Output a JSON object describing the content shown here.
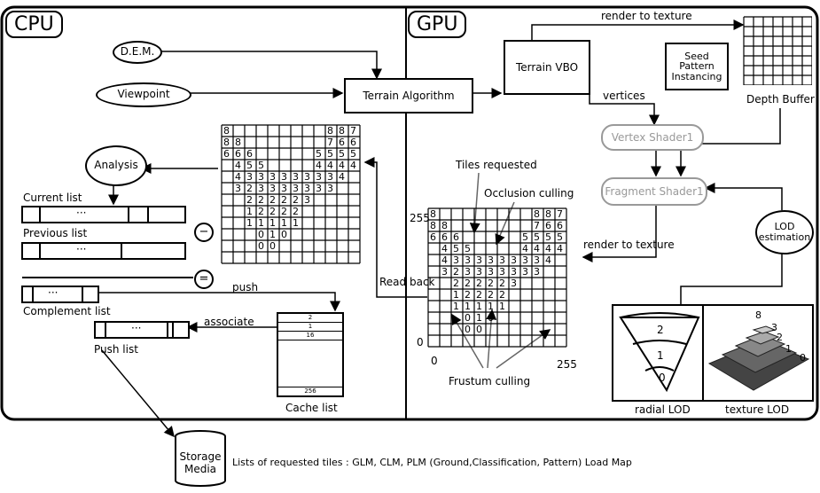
{
  "cpu": {
    "title": "CPU",
    "dem": "D.E.M.",
    "viewpoint": "Viewpoint",
    "terrain_algorithm": "Terrain Algorithm",
    "analysis": "Analysis",
    "current_list": "Current list",
    "previous_list": "Previous list",
    "complement_list": "Complement list",
    "push": "push",
    "associate": "associate",
    "push_list": "Push list",
    "cache_list": "Cache list",
    "cache_rows": [
      "2",
      "1",
      "16",
      "256"
    ],
    "minus": "−",
    "equals": "=",
    "dots": "···",
    "read_back": "Read back"
  },
  "gpu": {
    "title": "GPU",
    "render_to_texture_top": "render to texture",
    "terrain_vbo": "Terrain VBO",
    "seed_pattern": "Seed Pattern Instancing",
    "depth_buffer": "Depth Buffer",
    "vertices": "vertices",
    "vertex_shader": "Vertex Shader1",
    "fragment_shader": "Fragment Shader1",
    "tiles_requested": "Tiles requested",
    "occlusion_culling": "Occlusion culling",
    "render_to_texture_mid": "render to texture",
    "lod_estimation": "LOD estimation",
    "frustum_culling": "Frustum culling",
    "axis_255_top": "255",
    "axis_0_left": "0",
    "axis_0_bottom": "0",
    "axis_255_right": "255",
    "radial_lod": "radial LOD",
    "texture_lod": "texture LOD",
    "radial_levels": [
      "2",
      "1",
      "0"
    ],
    "texture_levels": [
      "8",
      "3",
      "2",
      "1",
      "0"
    ]
  },
  "storage": "Storage Media",
  "caption": "Lists of requested tiles : GLM, CLM, PLM (Ground,Classification, Pattern) Load Map",
  "grid_cells": [
    [
      "8",
      "",
      "",
      "",
      "",
      "",
      "",
      "",
      "",
      "8",
      "8",
      "7"
    ],
    [
      "8",
      "8",
      "",
      "",
      "",
      "",
      "",
      "",
      "",
      "7",
      "6",
      "6"
    ],
    [
      "6",
      "6",
      "6",
      "",
      "",
      "",
      "",
      "",
      "5",
      "5",
      "5",
      "5"
    ],
    [
      "",
      "4",
      "5",
      "5",
      "",
      "",
      "",
      "",
      "4",
      "4",
      "4",
      "4"
    ],
    [
      "",
      "4",
      "3",
      "3",
      "3",
      "3",
      "3",
      "3",
      "3",
      "3",
      "4",
      ""
    ],
    [
      "",
      "3",
      "2",
      "3",
      "3",
      "3",
      "3",
      "3",
      "3",
      "3",
      "",
      ""
    ],
    [
      "",
      "",
      "2",
      "2",
      "2",
      "2",
      "2",
      "3",
      "",
      "",
      "",
      ""
    ],
    [
      "",
      "",
      "1",
      "2",
      "2",
      "2",
      "2",
      "",
      "",
      "",
      "",
      ""
    ],
    [
      "",
      "",
      "1",
      "1",
      "1",
      "1",
      "1",
      "",
      "",
      "",
      "",
      ""
    ],
    [
      "",
      "",
      "",
      "0",
      "1",
      "0",
      "",
      "",
      "",
      "",
      "",
      ""
    ],
    [
      "",
      "",
      "",
      "0",
      "0",
      "",
      "",
      "",
      "",
      "",
      "",
      ""
    ],
    [
      "",
      "",
      "",
      "",
      "",
      "",
      "",
      "",
      "",
      "",
      "",
      ""
    ]
  ]
}
